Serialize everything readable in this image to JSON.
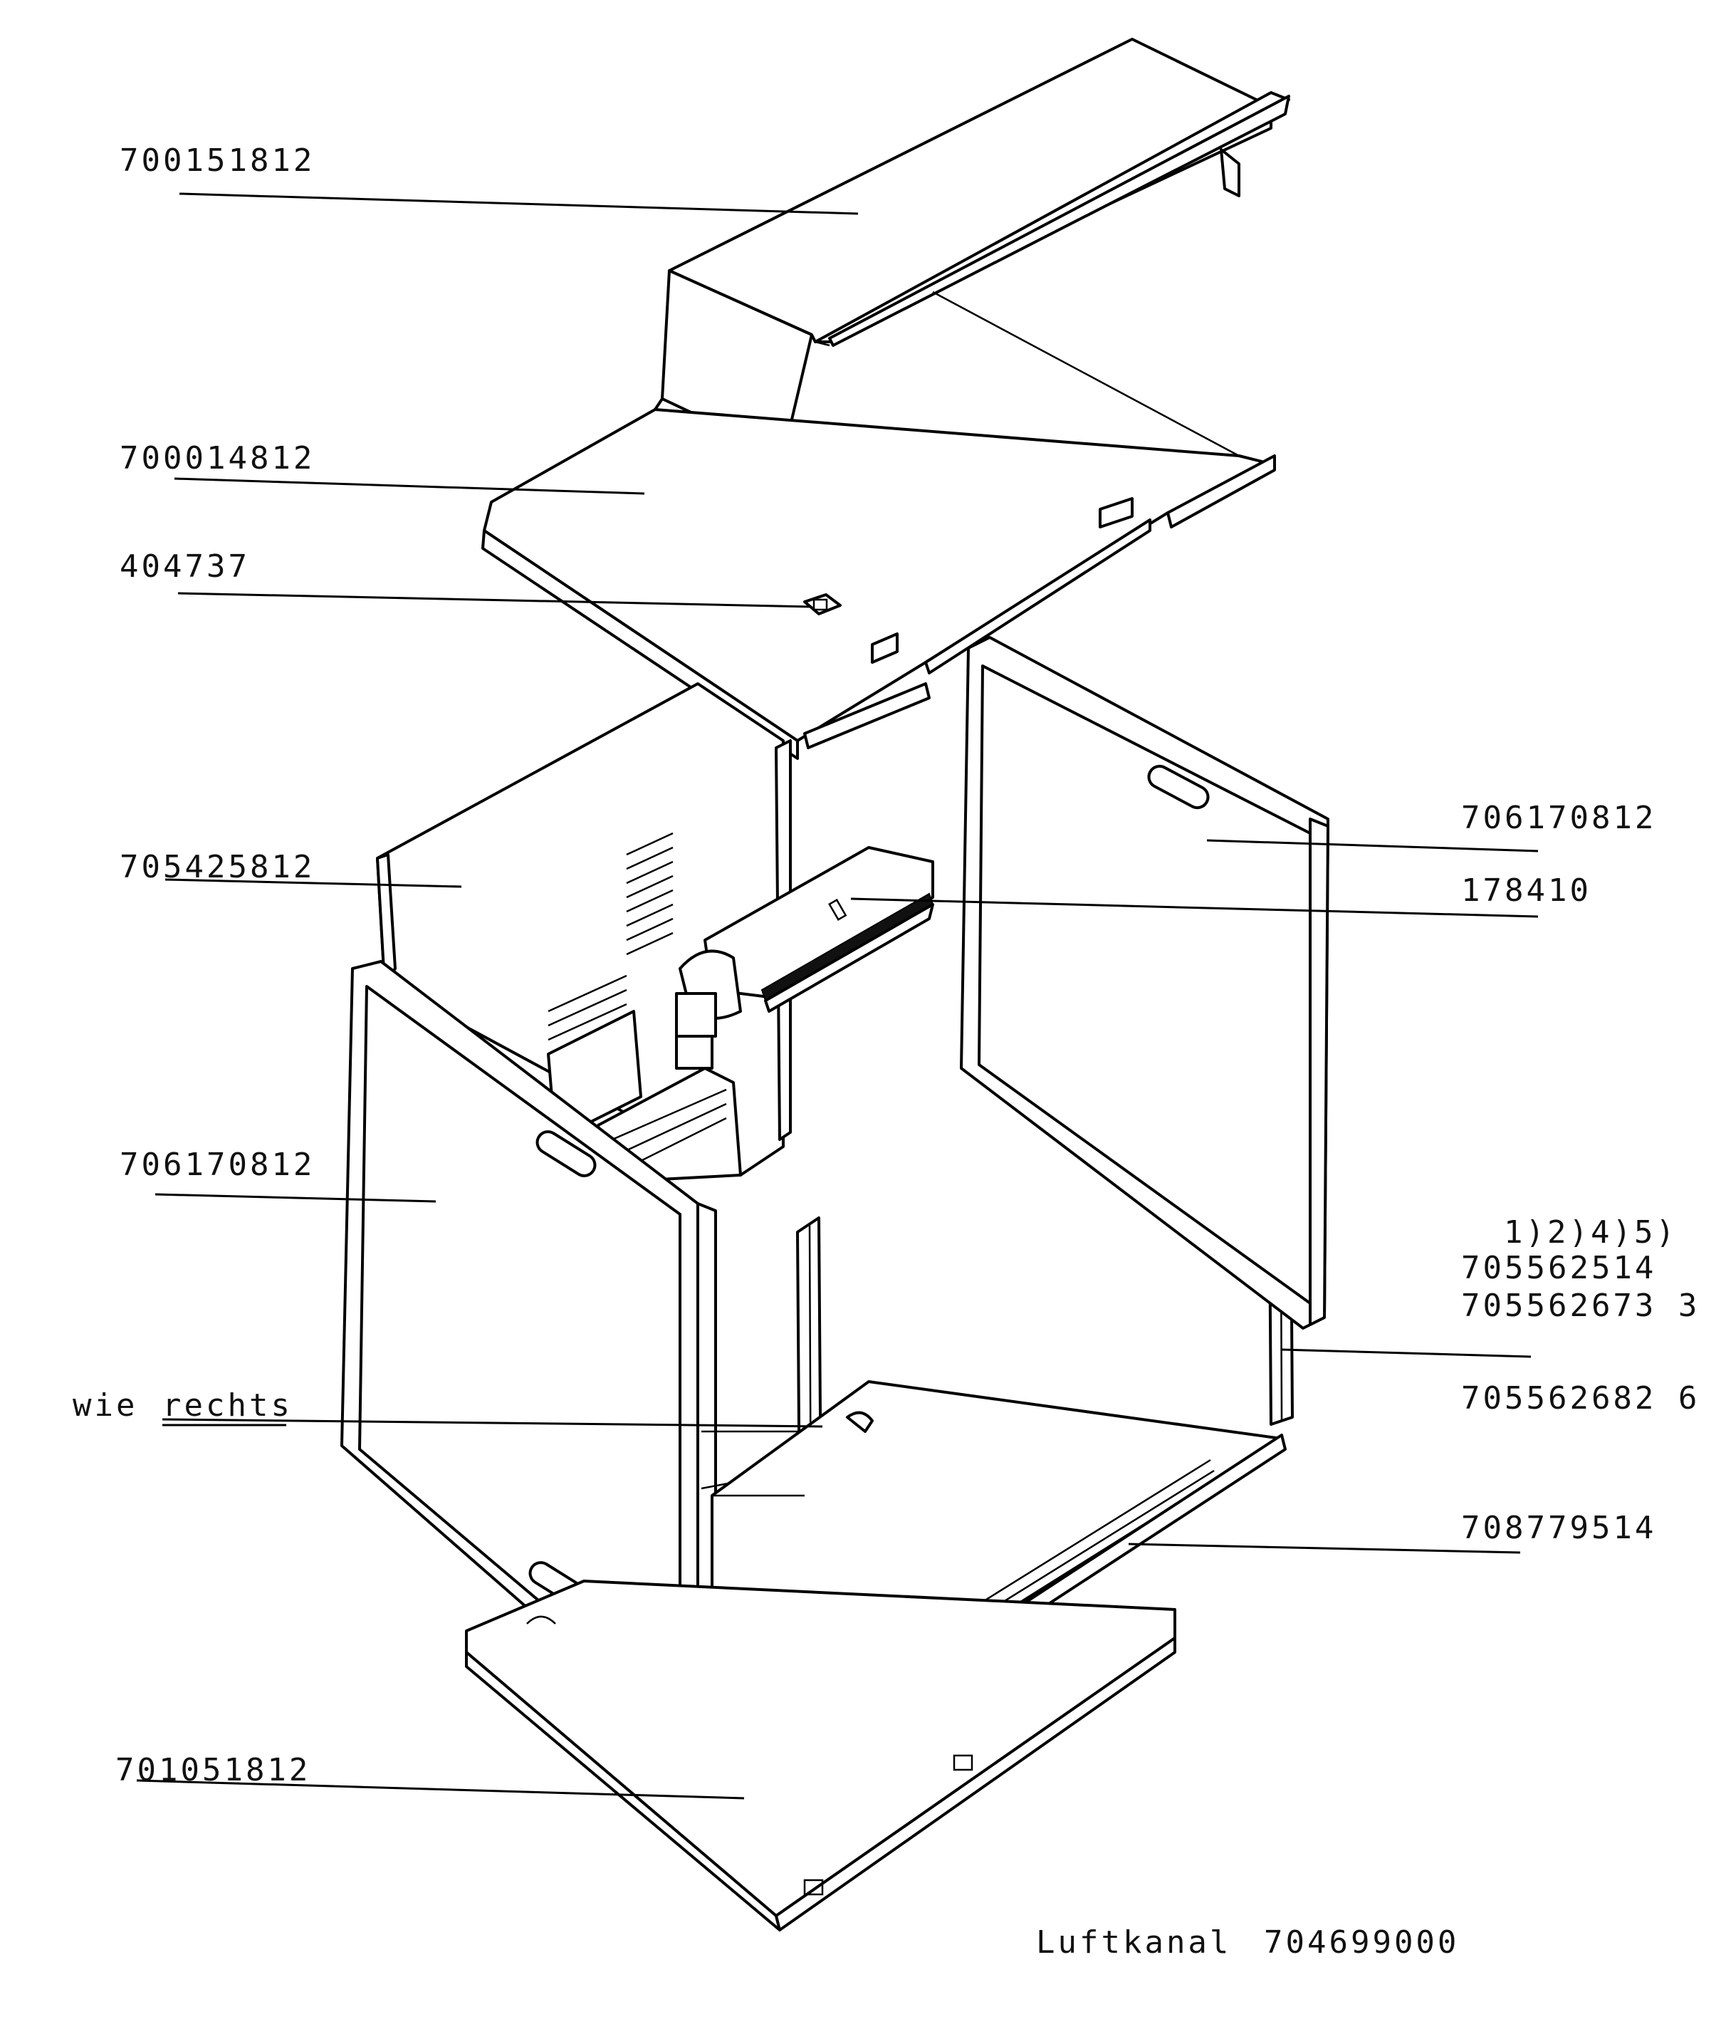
{
  "labels": {
    "top_cover": "700151812",
    "top_panel": "700014812",
    "clip": "404737",
    "back_panel": "705425812",
    "side_right": "706170812",
    "air_duct": "178410",
    "side_left": "706170812",
    "profile_notes": "1)2)4)5)",
    "profile_a": "705562514",
    "profile_b": "705562673 3",
    "profile_c": "705562682 6",
    "same_as_right_word1": "wie",
    "same_as_right_word2": "rechts",
    "bottom_rail": "708779514",
    "base_panel": "701051812",
    "duct_caption_name": "Luftkanal",
    "duct_caption_number": "704699000"
  },
  "colors": {
    "ink": "#000000",
    "paper": "#ffffff"
  }
}
